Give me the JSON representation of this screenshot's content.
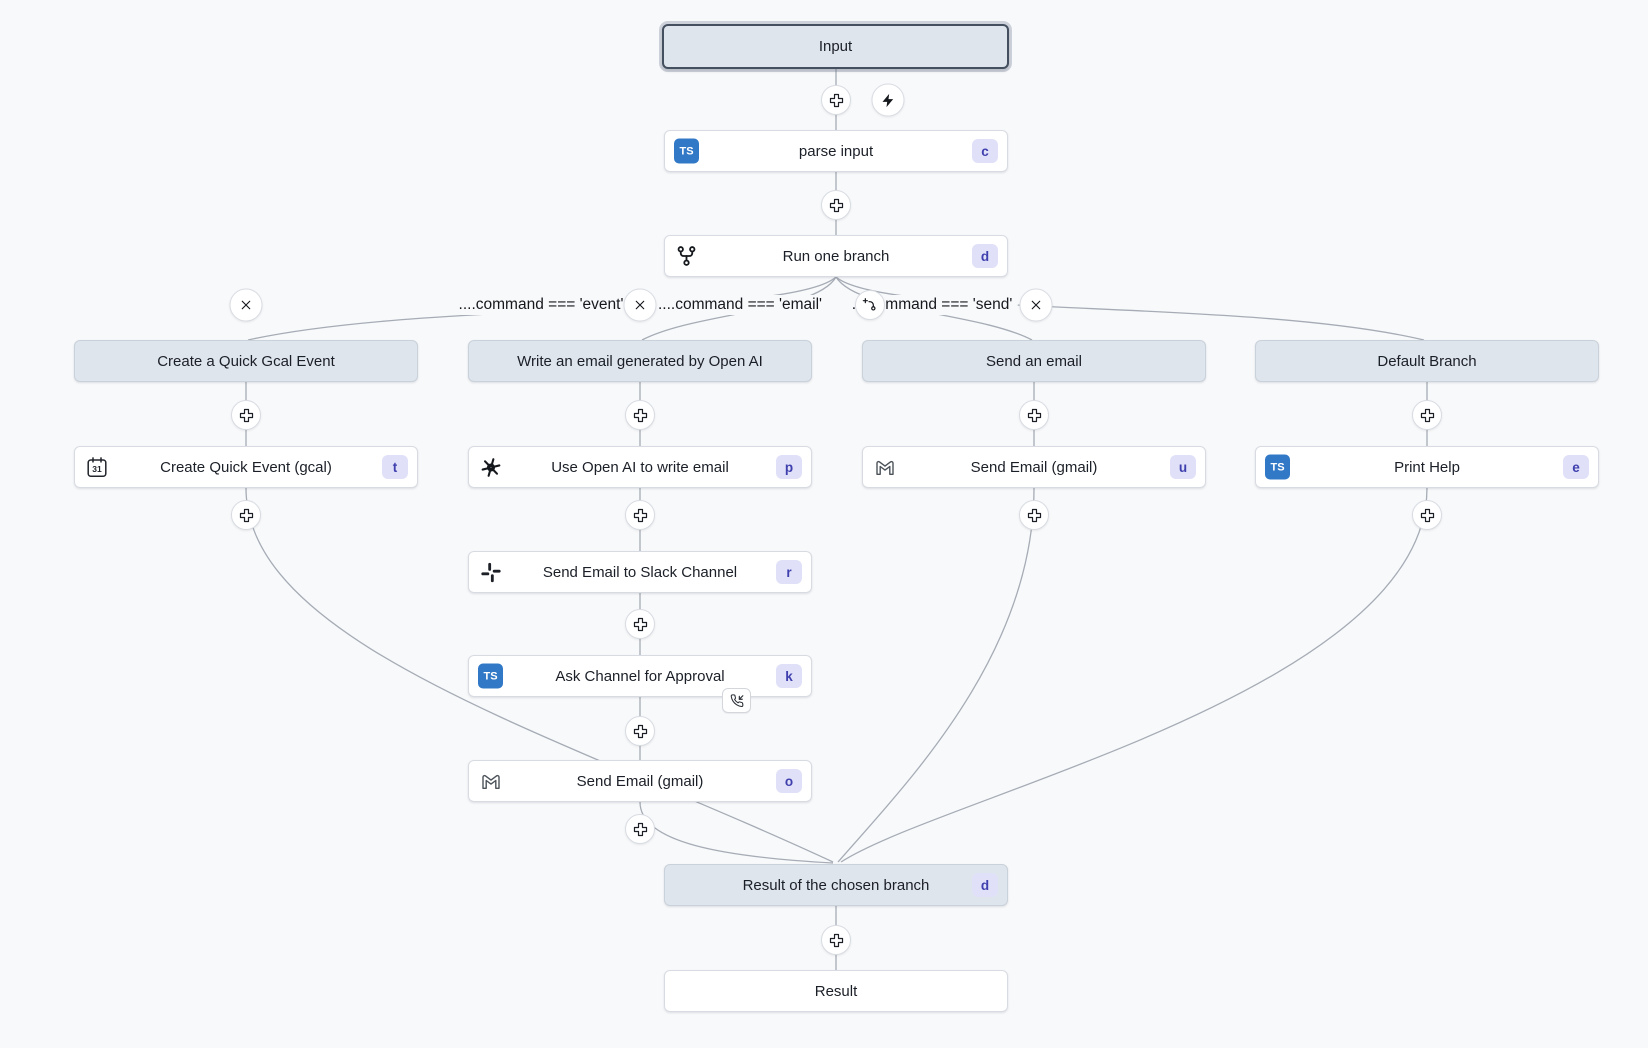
{
  "colors": {
    "page_bg": "#f8f9fb",
    "node_bg": "#ffffff",
    "node_border": "#d8dce2",
    "header_bg": "#dfe5ec",
    "header_border": "#c9d1da",
    "selected_border": "#44505f",
    "edge": "#a6acb5",
    "badge_bg": "#e0e1f8",
    "badge_text": "#3f3fae",
    "ts_blue": "#3178c6",
    "text": "#1b1f27"
  },
  "flow": {
    "ts_icon_text": "TS",
    "calendar_icon_day": "31",
    "input": {
      "label": "Input"
    },
    "parse_input": {
      "label": "parse input",
      "badge": "c"
    },
    "run_one_branch": {
      "label": "Run one branch",
      "badge": "d"
    },
    "conditions": {
      "event": "....command === 'event'",
      "email": "....command === 'email'",
      "send": "....command === 'send'"
    },
    "branches": {
      "gcal": {
        "header": "Create a Quick Gcal Event",
        "node": {
          "label": "Create Quick Event (gcal)",
          "badge": "t"
        }
      },
      "openai": {
        "header": "Write an email generated by Open AI",
        "steps": {
          "use_openai": {
            "label": "Use Open AI to write email",
            "badge": "p"
          },
          "slack": {
            "label": "Send Email to Slack Channel",
            "badge": "r"
          },
          "approval": {
            "label": "Ask Channel for Approval",
            "badge": "k"
          },
          "gmail": {
            "label": "Send Email (gmail)",
            "badge": "o"
          }
        }
      },
      "send_email": {
        "header": "Send an email",
        "node": {
          "label": "Send Email (gmail)",
          "badge": "u"
        }
      },
      "default": {
        "header": "Default Branch",
        "node": {
          "label": "Print Help",
          "badge": "e"
        }
      }
    },
    "result_of_branch": {
      "label": "Result of the chosen branch",
      "badge": "d"
    },
    "result": {
      "label": "Result"
    }
  }
}
